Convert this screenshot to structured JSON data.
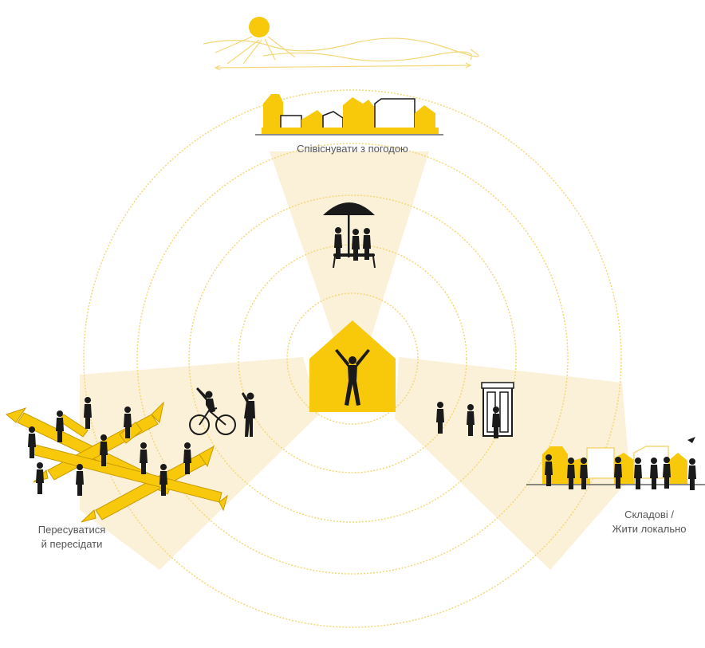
{
  "labels": {
    "top": "Співіснувати з погодою",
    "left_line1": "Пересуватися",
    "left_line2": "й пересідати",
    "right_line1": "Складові /",
    "right_line2": "Жити локально"
  },
  "colors": {
    "accent": "#f7c90a",
    "ring": "#f3d878",
    "sector": "#fbf1d8",
    "silhouette": "#1a1a1a",
    "label": "#555555"
  },
  "icons": [
    "sun-icon",
    "house-icon",
    "umbrella-table-icon",
    "bicycle-icon",
    "door-icon",
    "crossroads-icon",
    "street-houses-icon",
    "skyline-icon"
  ]
}
